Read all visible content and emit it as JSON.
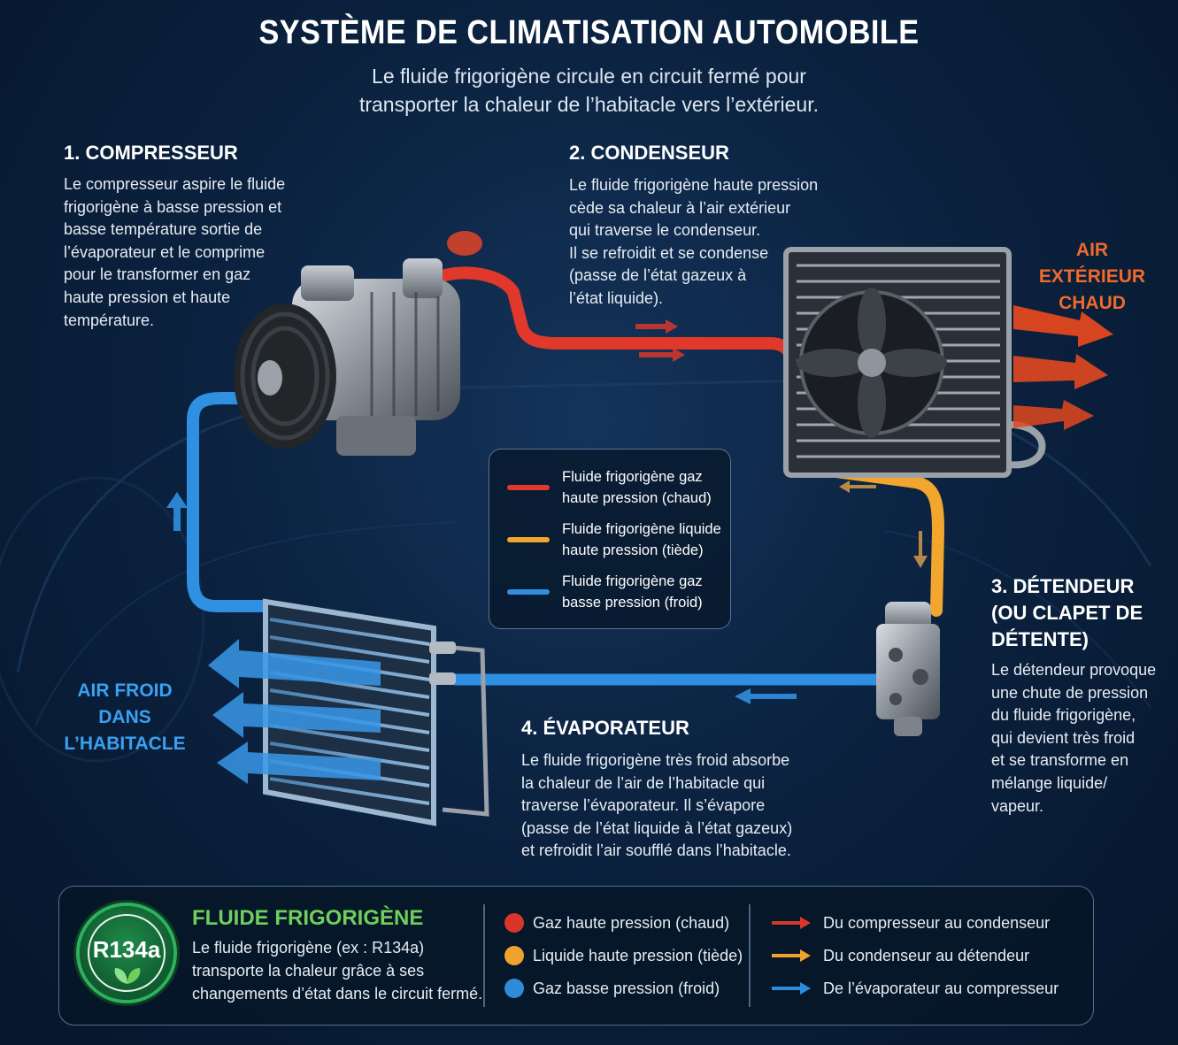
{
  "header": {
    "title": "SYSTÈME DE CLIMATISATION AUTOMOBILE",
    "subtitle_lines": [
      "Le fluide frigorigène circule en circuit fermé pour",
      "transporter la chaleur de l’habitacle vers l’extérieur."
    ]
  },
  "steps": {
    "compresseur": {
      "heading": "1. COMPRESSEUR",
      "lines": [
        "Le compresseur aspire le fluide",
        "frigorigène à basse pression et",
        "basse température sortie de",
        "l’évaporateur et le comprime",
        "pour le transformer en gaz",
        "haute pression et haute",
        "température."
      ]
    },
    "condenseur": {
      "heading": "2. CONDENSEUR",
      "lines": [
        "Le fluide frigorigène haute pression",
        "cède sa chaleur à l’air extérieur",
        "qui traverse le condenseur.",
        "Il se refroidit et se condense",
        "(passe de l’état gazeux à",
        "l’état liquide)."
      ]
    },
    "detendeur": {
      "heading_lines": [
        "3. DÉTENDEUR",
        "(OU CLAPET DE",
        "DÉTENTE)"
      ],
      "lines": [
        "Le détendeur provoque",
        "une chute de pression",
        "du fluide frigorigène,",
        "qui devient très froid",
        "et se transforme en",
        "mélange liquide/",
        "vapeur."
      ]
    },
    "evaporateur": {
      "heading": "4. ÉVAPORATEUR",
      "lines": [
        "Le fluide frigorigène très froid absorbe",
        "la chaleur de l’air de l’habitacle qui",
        "traverse l’évaporateur. Il s’évapore",
        "(passe de l’état liquide à l’état gazeux)",
        "et refroidit l’air soufflé dans l’habitacle."
      ]
    }
  },
  "air_labels": {
    "exterieur": [
      "AIR EXTÉRIEUR",
      "CHAUD"
    ],
    "habitacle": [
      "AIR FROID",
      "DANS L’HABITACLE"
    ]
  },
  "legend": [
    {
      "lines": [
        "Fluide frigorigène gaz",
        "haute pression (chaud)"
      ],
      "color": "#e0392b"
    },
    {
      "lines": [
        "Fluide frigorigène liquide",
        "haute pression (tiède)"
      ],
      "color": "#f2a62e"
    },
    {
      "lines": [
        "Fluide frigorigène gaz",
        "basse pression (froid)"
      ],
      "color": "#2f8fe0"
    }
  ],
  "footer": {
    "badge": "R134a",
    "fluid_heading": "FLUIDE FRIGORIGÈNE",
    "fluid_lines": [
      "Le fluide frigorigène (ex : R134a)",
      "transporte la chaleur grâce à ses",
      "changements d’état dans le circuit fermé."
    ],
    "states": [
      {
        "label": "Gaz haute pression (chaud)",
        "color": "#d8362a"
      },
      {
        "label": "Liquide haute pression (tiède)",
        "color": "#f0a22d"
      },
      {
        "label": "Gaz basse pression (froid)",
        "color": "#2e8bd9"
      }
    ],
    "flows": [
      {
        "label": "Du compresseur au condenseur",
        "color": "#d8362a"
      },
      {
        "label": "Du condenseur au détendeur",
        "color": "#f0a22d"
      },
      {
        "label": "De l’évaporateur au compresseur",
        "color": "#2e8bd9"
      }
    ]
  },
  "colors": {
    "hot": "#e0392b",
    "warm": "#f2a62e",
    "cold": "#2f8fe0",
    "air_hot_label": "#f06a2a",
    "air_cold_label": "#3aa0f0",
    "green": "#6fcf5a"
  }
}
